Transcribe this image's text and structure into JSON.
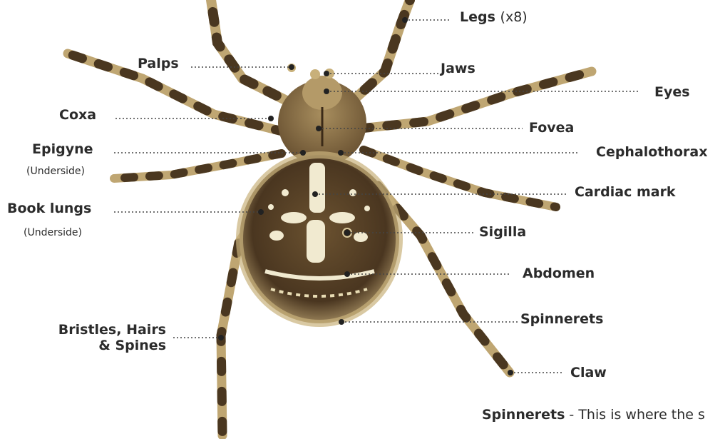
{
  "labels": {
    "legs": "Legs",
    "legs_count": "(x8)",
    "palps": "Palps",
    "jaws": "Jaws",
    "eyes": "Eyes",
    "coxa": "Coxa",
    "fovea": "Fovea",
    "epigyne": "Epigyne",
    "epigyne_note": "(Underside)",
    "cephalothorax": "Cephalothorax",
    "cardiac_mark": "Cardiac mark",
    "book_lungs": "Book lungs",
    "book_lungs_note": "(Underside)",
    "sigilla": "Sigilla",
    "abdomen": "Abdomen",
    "spinnerets": "Spinnerets",
    "bristles_line1": "Bristles, Hairs",
    "bristles_line2": "& Spines",
    "claw": "Claw"
  },
  "footer": {
    "term": "Spinnerets",
    "text": " - This is where the s"
  },
  "colors": {
    "leader": "#444444",
    "spider_tan": "#c8b07a",
    "spider_dark": "#3b2a17",
    "spider_cream": "#f1ead0"
  }
}
